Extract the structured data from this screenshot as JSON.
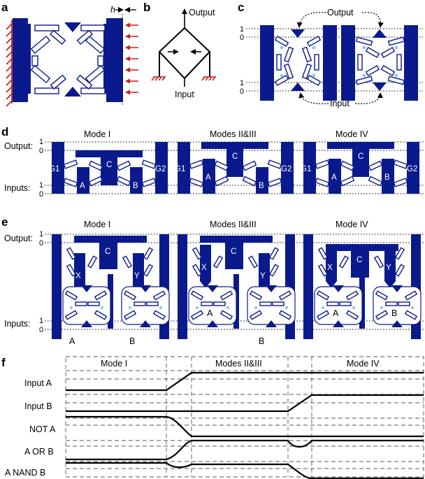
{
  "panels": {
    "a": {
      "label": "a",
      "dim": "h"
    },
    "b": {
      "label": "b",
      "output": "Output",
      "input": "Input"
    },
    "c": {
      "label": "c",
      "output": "Output",
      "input": "Input",
      "tick_1": "1",
      "tick_0": "0"
    },
    "d": {
      "label": "d",
      "output_label": "Output:",
      "inputs_label": "Inputs:",
      "tick_1": "1",
      "tick_0": "0",
      "modes": [
        "Mode I",
        "Modes II&III",
        "Mode IV"
      ],
      "parts": {
        "g1": "G1",
        "g2": "G2",
        "a": "A",
        "b": "B",
        "c": "C"
      }
    },
    "e": {
      "label": "e",
      "output_label": "Output:",
      "inputs_label": "Inputs:",
      "tick_1": "1",
      "tick_0": "0",
      "modes": [
        "Mode I",
        "Modes II&III",
        "Mode IV"
      ],
      "parts": {
        "c": "C",
        "x": "X",
        "y": "Y",
        "a": "A",
        "b": "B"
      },
      "below": {
        "mode1_a": "A",
        "mode1_b": "B",
        "mode2_b": "B"
      }
    },
    "f": {
      "label": "f",
      "modes": [
        "Mode I",
        "Modes II&III",
        "Mode IV"
      ],
      "signals": [
        "Input A",
        "Input B",
        "NOT A",
        "A OR B",
        "A NAND B"
      ]
    }
  },
  "colors": {
    "structure": "#0a1a8c",
    "hinge": "#8fc9ef",
    "force": "#c81e1e",
    "trace": "#000000"
  }
}
